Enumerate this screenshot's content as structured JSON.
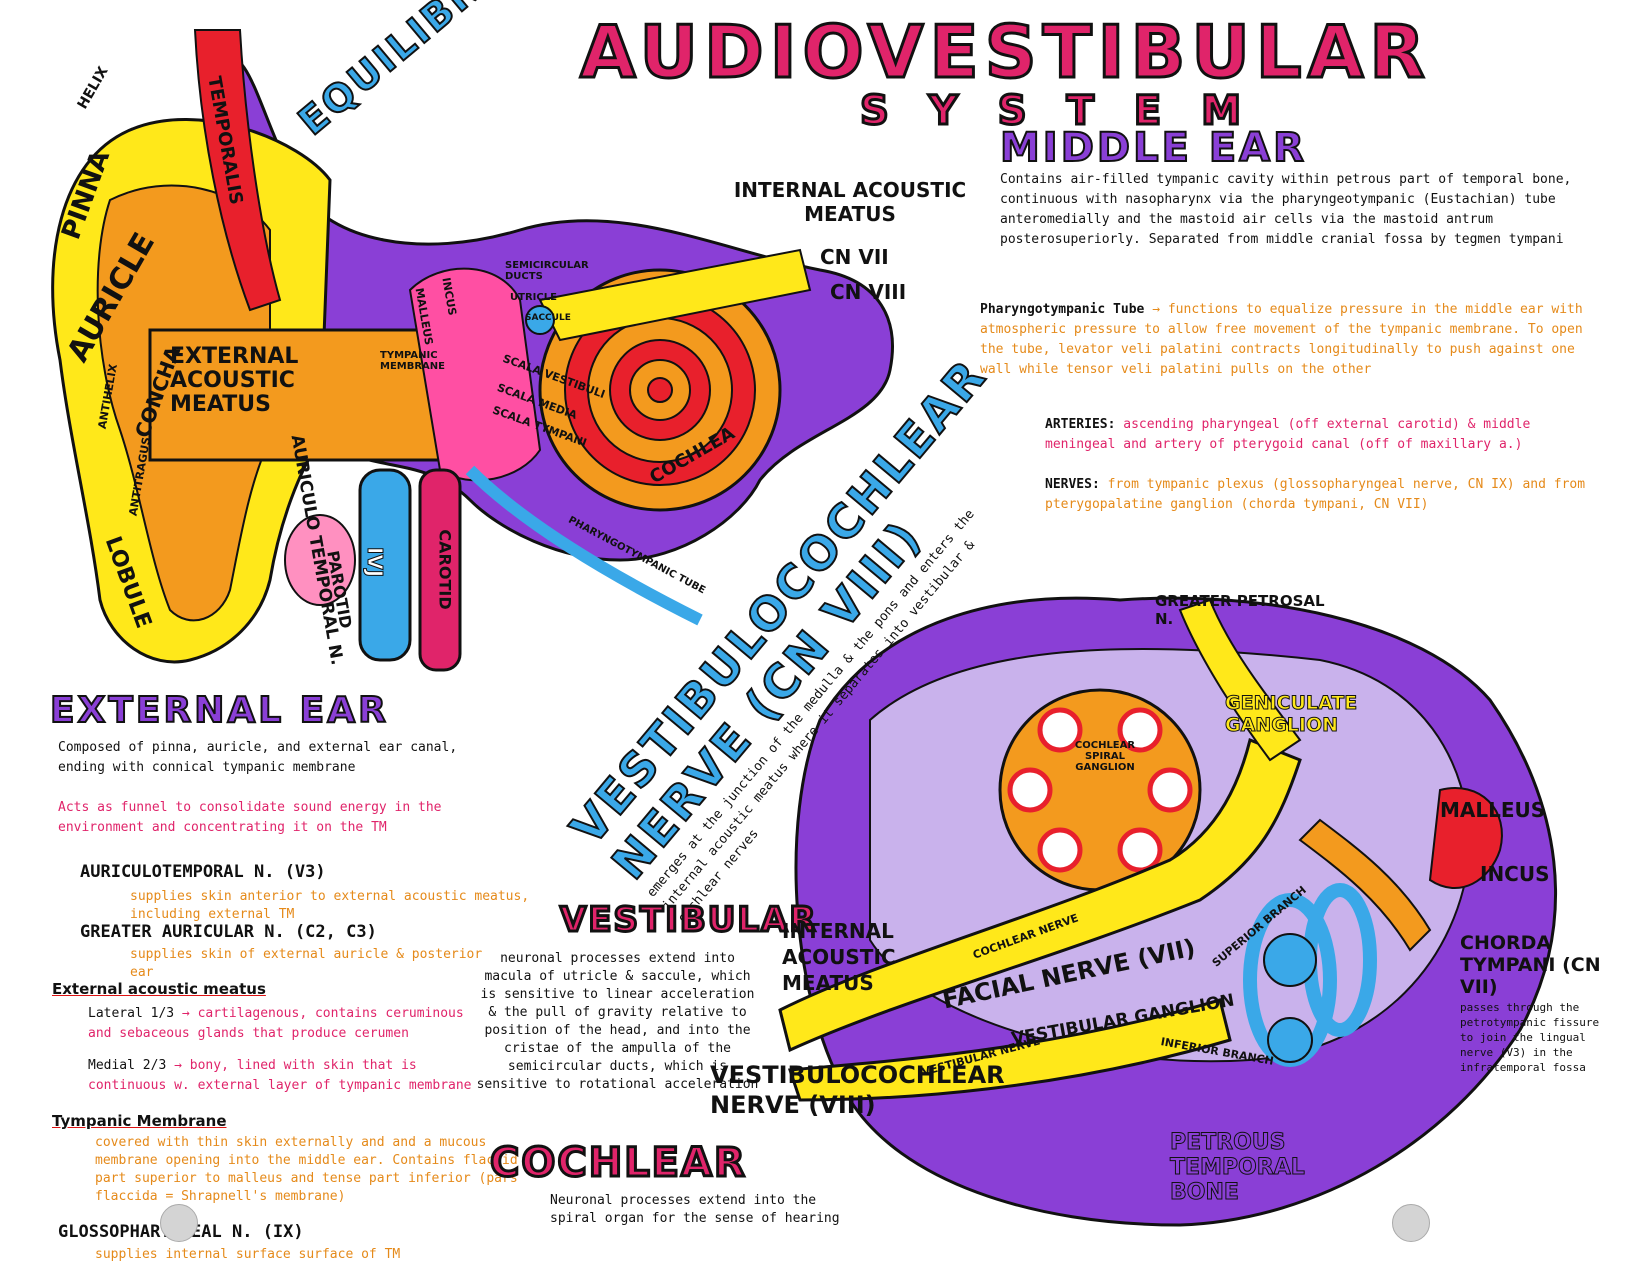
{
  "title": {
    "main": "AUDIOVESTIBULAR",
    "sub": "SYSTEM",
    "side": "EQUILIBRIUM & HEARING"
  },
  "colors": {
    "title_pink": "#e0246a",
    "purple": "#8a3fd6",
    "yellow": "#ffe81a",
    "orange": "#f39a1e",
    "blue": "#3aa8e8",
    "red": "#e8202c"
  },
  "ear_labels": {
    "helix": "HELIX",
    "pinna": "PINNA",
    "auricle": "AURICLE",
    "concha": "CONCHA",
    "antihelix": "ANTIHELIX",
    "antitragus": "ANTITRAGUS",
    "lobule": "LOBULE",
    "temporalis": "TEMPORALIS",
    "external_acoustic_meatus": "EXTERNAL ACOUSTIC MEATUS",
    "auriculotemporal": "AURICULO TEMPORAL N.",
    "parotid": "PAROTID",
    "ivj": "IVJ",
    "carotid": "CAROTID",
    "malleus": "MALLEUS",
    "incus": "INCUS",
    "tympanic_membrane": "TYMPANIC MEMBRANE",
    "semicircular_ducts": "SEMICIRCULAR DUCTS",
    "utricle": "UTRICLE",
    "saccule": "SACCULE",
    "scala_vestibuli": "SCALA VESTIBULI",
    "scala_media": "SCALA MEDIA",
    "scala_tympani": "SCALA TYMPANI",
    "cochlea": "COCHLEA",
    "internal_acoustic_meatus": "INTERNAL ACOUSTIC MEATUS",
    "cn7": "CN VII",
    "cn8": "CN VIII",
    "pharyngotympanic_tube": "PHARYNGOTYMPANIC TUBE"
  },
  "middle_ear": {
    "heading": "MIDDLE EAR",
    "body": "Contains air-filled tympanic cavity within petrous part of temporal bone, continuous with nasopharynx via the pharyngeotympanic (Eustachian) tube anteromedially and the mastoid air cells via the mastoid antrum posterosuperiorly. Separated from middle cranial fossa by tegmen tympani",
    "tube_label": "Pharyngotympanic Tube",
    "tube_text": "functions to equalize pressure in the middle ear with atmospheric pressure to allow free movement of the tympanic membrane. To open the tube, levator veli palatini contracts longitudinally to push against one wall while tensor veli palatini pulls on the other",
    "arteries_label": "ARTERIES:",
    "arteries_text": "ascending pharyngeal (off external carotid) & middle meningeal and artery of pterygoid canal (off of maxillary a.)",
    "nerves_label": "NERVES:",
    "nerves_text": "from tympanic plexus (glossopharyngeal nerve, CN IX) and from pterygopalatine ganglion (chorda tympani, CN VII)"
  },
  "vc_nerve": {
    "title1": "VESTIBULOCOCHLEAR",
    "title2": "NERVE (CN VIII)",
    "text": "emerges at the junction of the medulla & the pons and enters the internal acoustic meatus where it separates into vestibular & cochlear nerves"
  },
  "external_ear": {
    "heading": "EXTERNAL EAR",
    "body": "Composed of pinna, auricle, and external ear canal, ending with connical tympanic membrane",
    "function": "Acts as funnel to consolidate sound energy in the environment and concentrating it on the TM",
    "n1_label": "AURICULOTEMPORAL N. (V3)",
    "n1_text": "supplies skin anterior to external acoustic meatus, including external TM",
    "n2_label": "GREATER AURICULAR N. (C2, C3)",
    "n2_text": "supplies skin of external auricle & posterior ear",
    "eam_label": "External acoustic meatus",
    "lateral_label": "Lateral 1/3",
    "lateral_text": "cartilagenous, contains ceruminous and sebaceous glands that produce cerumen",
    "medial_label": "Medial 2/3",
    "medial_text": "bony, lined with skin that is continuous w. external layer of tympanic membrane",
    "tm_label": "Tympanic Membrane",
    "tm_text": "covered with thin skin externally and and a mucous membrane opening into the middle ear. Contains flaccid part superior to malleus and tense part inferior (pars flaccida = Shrapnell's membrane)",
    "n3_label": "GLOSSOPHARYNGEAL N. (IX)",
    "n3_text": "supplies internal surface surface of TM"
  },
  "vestibular": {
    "heading": "VESTIBULAR",
    "text": "neuronal processes extend into macula of utricle & saccule, which is sensitive to linear acceleration & the pull of gravity relative to position of the head, and into the cristae of the ampulla of the semicircular ducts, which is sensitive to rotational acceleration"
  },
  "cochlear": {
    "heading": "COCHLEAR",
    "text": "Neuronal processes extend into the spiral organ for the sense of hearing"
  },
  "inner_labels": {
    "greater_petrosal": "GREATER PETROSAL N.",
    "geniculate": "GENICULATE GANGLION",
    "malleus": "MALLEUS",
    "incus": "INCUS",
    "chorda": "CHORDA TYMPANI (CN VII)",
    "chorda_text": "passes through the petrotympanic fissure to join the lingual nerve (V3) in the infratemporal fossa",
    "internal_acoustic": "INTERNAL ACOUSTIC MEATUS",
    "cochlear_nerve": "COCHLEAR NERVE",
    "facial_nerve": "FACIAL NERVE (VII)",
    "vestibular_ganglion": "VESTIBULAR GANGLION",
    "vestibular_nerve": "VESTIBULAR NERVE",
    "superior_branch": "SUPERIOR BRANCH",
    "inferior_branch": "INFERIOR BRANCH",
    "vc_nerve": "VESTIBULOCOCHLEAR NERVE (VIII)",
    "petrous": "PETROUS TEMPORAL BONE",
    "spiral_ganglion": "COCHLEAR SPIRAL GANGLION"
  }
}
